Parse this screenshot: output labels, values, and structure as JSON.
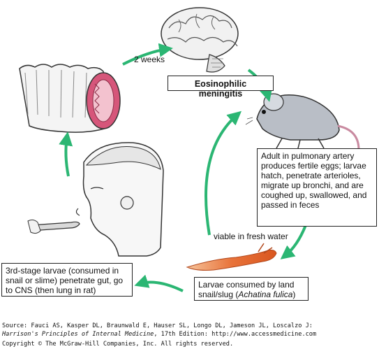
{
  "labels": {
    "two_weeks": "2 weeks",
    "eos_title": "Eosinophilic meningitis",
    "viable": "viable in fresh water"
  },
  "boxes": {
    "rat_text": "Adult in pulmonary artery produces fertile eggs; larvae hatch, penetrate arterioles, migrate up bronchi, and are coughed up, swallowed, and passed in feces",
    "snail_text_prefix": "Larvae consumed by land snail/slug (",
    "snail_species": "Achatina fulica",
    "snail_text_suffix": ")",
    "human_text": "3rd-stage larvae (consumed in snail or slime) penetrate gut, go to CNS (then lung in rat)"
  },
  "source": {
    "line1": "Source: Fauci AS, Kasper DL, Braunwald E, Hauser SL, Longo DL, Jameson JL, Loscalzo J:",
    "book_title": "Harrison's Principles of Internal Medicine",
    "line2_rest": ", 17th Edition: http://www.accessmedicine.com",
    "copyright": "Copyright © The McGraw-Hill Companies, Inc. All rights reserved."
  },
  "colors": {
    "arrow": "#2bb673",
    "gut_inner": "#d6567a",
    "slug": "#e8733a"
  }
}
